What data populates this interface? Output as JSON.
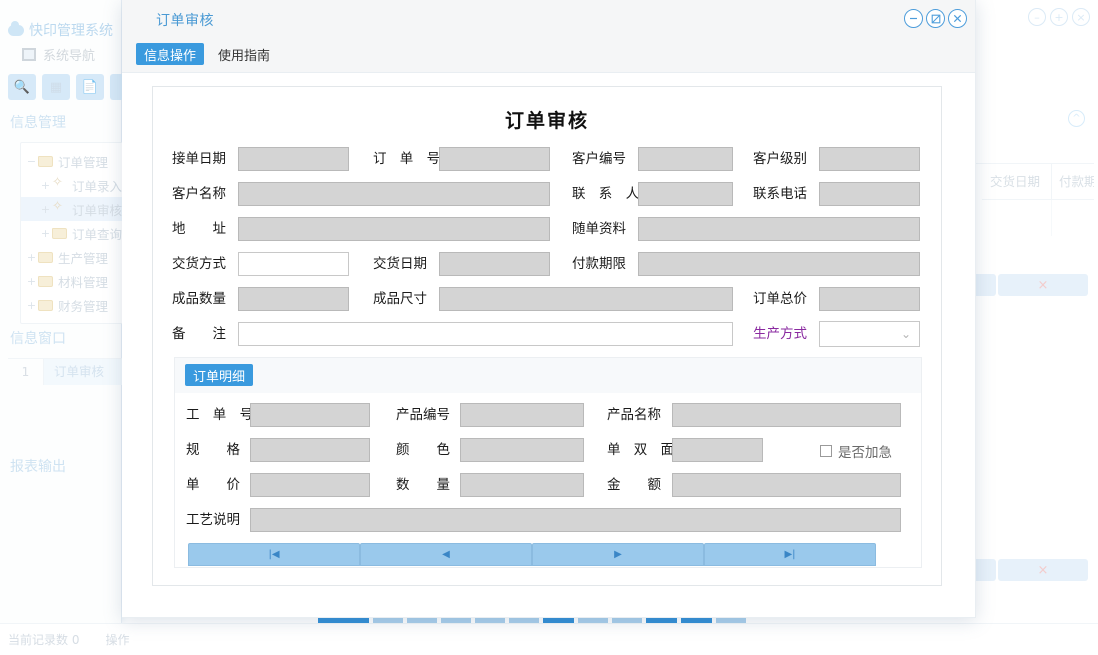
{
  "background": {
    "brand": "快印管理系统",
    "nav_label": "系统导航",
    "toolbar_icons": [
      "search-doc-icon",
      "list-icon",
      "document-icon"
    ],
    "sections": {
      "info_mgmt": "信息管理",
      "info_window": "信息窗口",
      "report_output": "报表输出"
    },
    "tree": [
      {
        "label": "订单管理",
        "pm": "−",
        "icon": "folder",
        "indent": 0,
        "selected": false
      },
      {
        "label": "订单录入",
        "pm": "+",
        "icon": "star",
        "indent": 1,
        "selected": false
      },
      {
        "label": "订单审核",
        "pm": "+",
        "icon": "star",
        "indent": 1,
        "selected": true
      },
      {
        "label": "订单查询",
        "pm": "+",
        "icon": "folder",
        "indent": 1,
        "selected": false
      },
      {
        "label": "生产管理",
        "pm": "+",
        "icon": "folder",
        "indent": 0,
        "selected": false
      },
      {
        "label": "材料管理",
        "pm": "+",
        "icon": "folder",
        "indent": 0,
        "selected": false
      },
      {
        "label": "财务管理",
        "pm": "+",
        "icon": "folder",
        "indent": 0,
        "selected": false
      }
    ],
    "window_list": [
      {
        "num": "1",
        "label": "订单审核"
      }
    ],
    "table_headers": [
      "交货日期",
      "付款期"
    ],
    "status": {
      "record_count": "当前记录数 0",
      "operation": "操作"
    },
    "window_controls": [
      "minimize",
      "maximize",
      "close"
    ]
  },
  "modal": {
    "title": "订单审核",
    "window_controls": [
      "minimize-icon",
      "restore-icon",
      "close-icon"
    ],
    "tabs": [
      {
        "label": "信息操作",
        "active": true
      },
      {
        "label": "使用指南",
        "active": false
      }
    ],
    "form_title": "订单审核",
    "fields": {
      "order_date": {
        "label": "接单日期",
        "value": "",
        "readonly": true
      },
      "order_no": {
        "label": "订 单 号",
        "value": "",
        "readonly": true
      },
      "customer_no": {
        "label": "客户编号",
        "value": "",
        "readonly": true
      },
      "customer_level": {
        "label": "客户级别",
        "value": "",
        "readonly": true
      },
      "customer_name": {
        "label": "客户名称",
        "value": "",
        "readonly": true
      },
      "contact": {
        "label": "联 系 人",
        "value": "",
        "readonly": true
      },
      "phone": {
        "label": "联系电话",
        "value": "",
        "readonly": true
      },
      "address": {
        "label": "地　　址",
        "value": "",
        "readonly": true
      },
      "attached_docs": {
        "label": "随单资料",
        "value": "",
        "readonly": true
      },
      "delivery_method": {
        "label": "交货方式",
        "value": "",
        "readonly": false
      },
      "delivery_date": {
        "label": "交货日期",
        "value": "",
        "readonly": true
      },
      "payment_term": {
        "label": "付款期限",
        "value": "",
        "readonly": true
      },
      "product_qty": {
        "label": "成品数量",
        "value": "",
        "readonly": true
      },
      "product_size": {
        "label": "成品尺寸",
        "value": "",
        "readonly": true
      },
      "order_total": {
        "label": "订单总价",
        "value": "",
        "readonly": true
      },
      "remark": {
        "label": "备　　注",
        "value": "",
        "readonly": false
      },
      "production_method": {
        "label": "生产方式",
        "value": "",
        "options": []
      }
    },
    "detail": {
      "tab_label": "订单明细",
      "fields": {
        "work_order_no": {
          "label": "工 单 号",
          "value": ""
        },
        "product_code": {
          "label": "产品编号",
          "value": ""
        },
        "product_name": {
          "label": "产品名称",
          "value": ""
        },
        "spec": {
          "label": "规　　格",
          "value": ""
        },
        "color": {
          "label": "颜　　色",
          "value": ""
        },
        "sides": {
          "label": "单 双 面",
          "value": ""
        },
        "unit_price": {
          "label": "单　　价",
          "value": ""
        },
        "quantity": {
          "label": "数　　量",
          "value": ""
        },
        "amount": {
          "label": "金　　额",
          "value": ""
        },
        "process_desc": {
          "label": "工艺说明",
          "value": ""
        }
      },
      "urgent_checkbox": {
        "label": "是否加急",
        "checked": false
      },
      "pager": [
        {
          "name": "first",
          "glyph": "|◀"
        },
        {
          "name": "prev",
          "glyph": "◀"
        },
        {
          "name": "next",
          "glyph": "▶"
        },
        {
          "name": "last",
          "glyph": "▶|"
        }
      ]
    }
  },
  "colors": {
    "accent_blue": "#3a9ade",
    "title_blue": "#5aa5db",
    "pager_blue": "#8fc4ea",
    "purple_label": "#8a2aa0",
    "field_gray": "#d4d4d4"
  }
}
